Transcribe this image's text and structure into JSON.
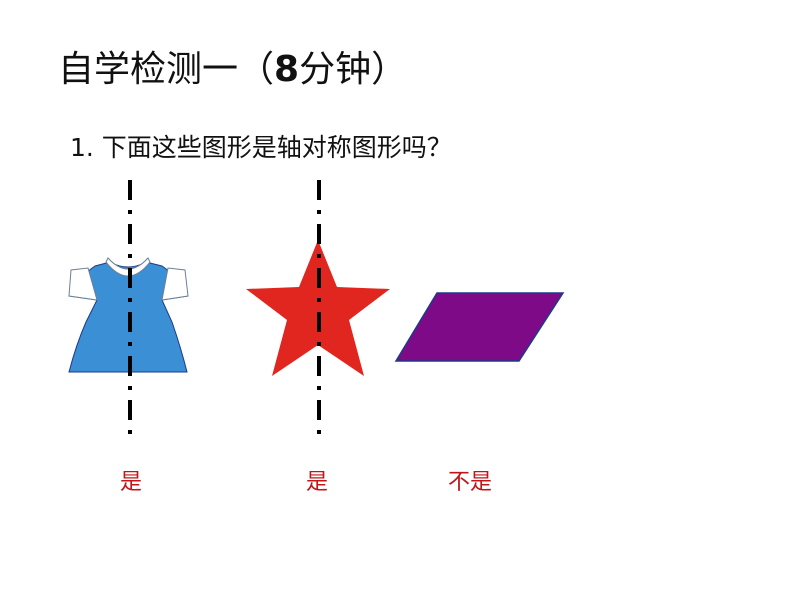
{
  "slide": {
    "title": {
      "prefix": "自学检测一（",
      "number": "8",
      "suffix": "分钟）"
    },
    "question": "1. 下面这些图形是轴对称图形吗？",
    "figures": [
      {
        "name": "dress",
        "answer": "是",
        "fill": "#3b8fd4"
      },
      {
        "name": "star",
        "answer": "是",
        "fill": "#e0261f"
      },
      {
        "name": "parallelogram",
        "answer": "不是",
        "fill": "#7f0a87"
      }
    ],
    "colors": {
      "answer": "#c0161a",
      "axis": "#000000",
      "outline": "#1a3a8a"
    }
  }
}
